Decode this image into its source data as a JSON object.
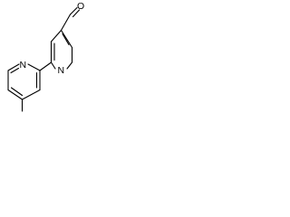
{
  "molecule": {
    "atoms": {
      "oxygen": "O",
      "ring_a_nitrogen": "N",
      "ring_b_nitrogen": "N"
    }
  },
  "colors": {
    "bond": "#000000",
    "label": "#000000",
    "background": "#ffffff"
  }
}
